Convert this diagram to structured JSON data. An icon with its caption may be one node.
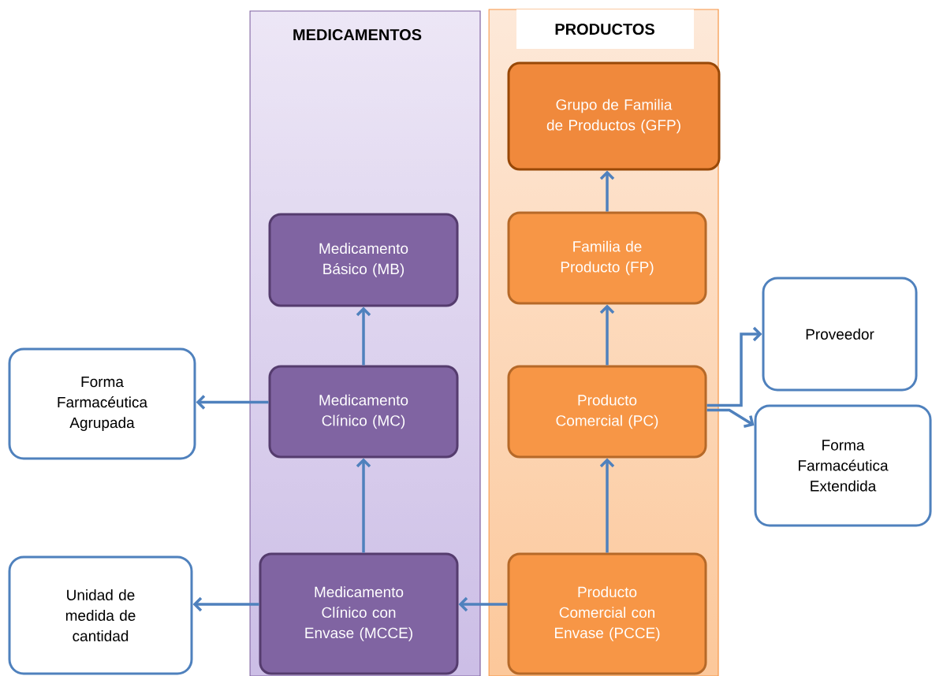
{
  "diagram": {
    "nodes": [
      {
        "text": [
          "MEDICAMENTOS"
        ]
      },
      {
        "text": [
          "PRODUCTOS"
        ]
      },
      {
        "text": [
          "Grupo de Familia de Productos (GFP)"
        ],
        "in": 1
      },
      {
        "text": [
          "Familia de Producto (FP)"
        ],
        "in": 1
      },
      {
        "text": [
          "Producto Comercial (PC)"
        ],
        "in": 1
      },
      {
        "text": [
          "Producto Comercial con Envase (PCCE)"
        ],
        "in": 1
      },
      {
        "text": [
          "Medicamento Básico (MB)"
        ],
        "in": 0
      },
      {
        "text": [
          "Medicamento Clínico (MC)"
        ],
        "in": 0
      },
      {
        "text": [
          "Medicamento Clínico con Envase (MCCE)"
        ],
        "in": 0
      },
      {
        "text": [
          "Forma Farmacéutica Agrupada"
        ]
      },
      {
        "text": [
          "Unidad de medida de cantidad"
        ]
      },
      {
        "text": [
          "Proveedor"
        ]
      },
      {
        "text": [
          "Forma Farmacéutica Extendida"
        ]
      }
    ],
    "edges": [
      {
        "from": 3,
        "to": 2,
        "arrow": "to"
      },
      {
        "from": 4,
        "to": 3,
        "arrow": "to"
      },
      {
        "from": 5,
        "to": 4,
        "arrow": "to"
      },
      {
        "from": 7,
        "to": 6,
        "arrow": "to"
      },
      {
        "from": 8,
        "to": 7,
        "arrow": "to"
      },
      {
        "from": 5,
        "to": 8,
        "arrow": "to"
      },
      {
        "from": 7,
        "to": 9,
        "arrow": "to"
      },
      {
        "from": 8,
        "to": 10,
        "arrow": "to"
      },
      {
        "from": 4,
        "to": 11,
        "arrow": "to"
      },
      {
        "from": 4,
        "to": 12,
        "arrow": "to"
      }
    ]
  }
}
